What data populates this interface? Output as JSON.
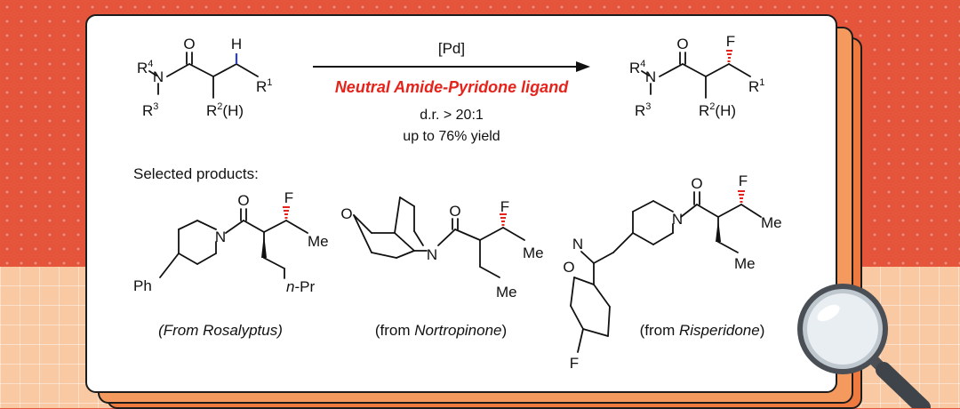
{
  "colors": {
    "background_top": "#e4553c",
    "background_bottom": "#f8c9a3",
    "card": "#ffffff",
    "card_shadow_1": "#f59a5e",
    "card_shadow_2": "#ef7a3f",
    "ligand_text": "#e5231b",
    "highlight_bond": "#2b3fd6",
    "stereo_bond": "#e5231b"
  },
  "reaction": {
    "catalyst": "[Pd]",
    "ligand": "Neutral Amide-Pyridone ligand",
    "dr": "d.r. > 20:1",
    "yield": "up to 76% yield"
  },
  "reactant": {
    "carbonyl_o": "O",
    "n": "N",
    "h": "H",
    "r1": "R",
    "r1_sup": "1",
    "r2": "R",
    "r2_sup": "2",
    "r2_suffix": "(H)",
    "r3": "R",
    "r3_sup": "3",
    "r4": "R",
    "r4_sup": "4"
  },
  "product": {
    "carbonyl_o": "O",
    "n": "N",
    "f": "F",
    "r1": "R",
    "r1_sup": "1",
    "r2": "R",
    "r2_sup": "2",
    "r2_suffix": "(H)",
    "r3": "R",
    "r3_sup": "3",
    "r4": "R",
    "r4_sup": "4"
  },
  "selected_products_label": "Selected products:",
  "products": [
    {
      "source_prefix": "(From ",
      "source_name": "Rosalyptus",
      "source_suffix": ")",
      "atoms": {
        "o": "O",
        "n": "N",
        "f": "F",
        "me": "Me",
        "ph": "Ph",
        "npr_n": "n",
        "npr_rest": "-Pr"
      }
    },
    {
      "source_prefix": "(from ",
      "source_name": "Nortropinone",
      "source_suffix": ")",
      "atoms": {
        "ketone_o": "O",
        "o": "O",
        "n": "N",
        "f": "F",
        "me": "Me",
        "me2": "Me"
      }
    },
    {
      "source_prefix": "(from ",
      "source_name": "Risperidone",
      "source_suffix": ")",
      "atoms": {
        "o": "O",
        "n": "N",
        "f": "F",
        "me": "Me",
        "me2": "Me",
        "isox_n": "N",
        "isox_o": "O",
        "ar_f": "F"
      }
    }
  ],
  "icons": {
    "magnifier": "magnifying-glass-icon"
  }
}
